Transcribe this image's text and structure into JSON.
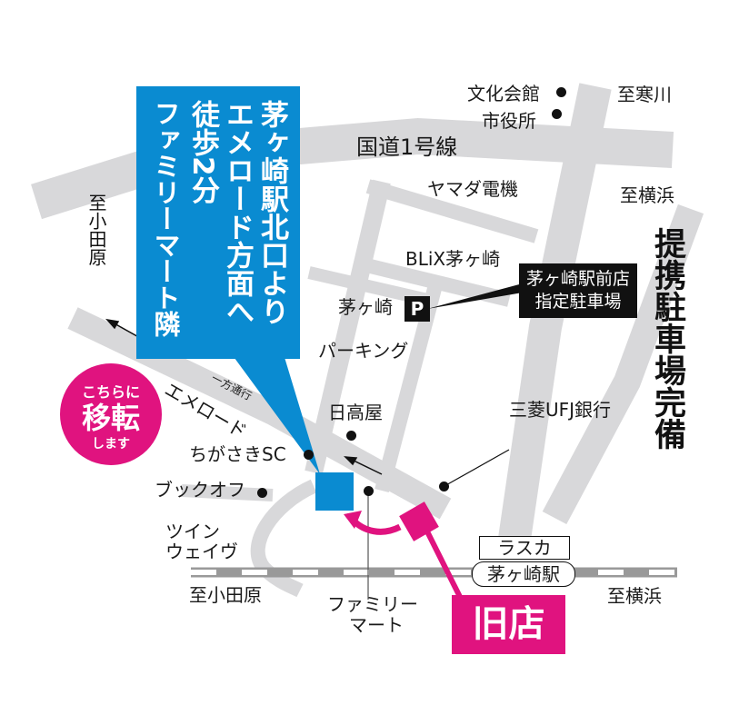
{
  "colors": {
    "road": "#d8d8da",
    "blue": "#0a8bd1",
    "pink": "#e0137f",
    "black": "#111111"
  },
  "callout": {
    "lines": [
      "茅ヶ崎駅北口より",
      "エメロード方面へ",
      "徒歩2分",
      "ファミリーマート隣"
    ]
  },
  "badge": {
    "line1": "こちらに",
    "line2": "移転",
    "line3": "します"
  },
  "old_store": {
    "label": "旧店"
  },
  "parking": {
    "icon_label": "P",
    "line1": "茅ヶ崎駅前店",
    "line2": "指定駐車場"
  },
  "side_note": "提携駐車場完備",
  "labels": {
    "bunka": "文化会館",
    "shiyakusho": "市役所",
    "to_samukawa": "至寒川",
    "route1": "国道1号線",
    "yamada": "ヤマダ電機",
    "to_yokohama_top": "至横浜",
    "blix": "BLiX茅ヶ崎",
    "chigasaki_parking_1": "茅ヶ崎",
    "chigasaki_parking_2": "パーキング",
    "to_odawara_top": "至小田原",
    "oneway": "一方通行",
    "emeroad": "エメロード",
    "hidakaya": "日高屋",
    "mufg": "三菱UFJ銀行",
    "chigasaki_sc": "ちがさきSC",
    "bookoff": "ブックオフ",
    "twinwave_1": "ツイン",
    "twinwave_2": "ウェイヴ",
    "to_odawara_bottom": "至小田原",
    "familymart_1": "ファミリー",
    "familymart_2": "マート",
    "lasca": "ラスカ",
    "station": "茅ヶ崎駅",
    "to_yokohama_bottom": "至横浜"
  }
}
